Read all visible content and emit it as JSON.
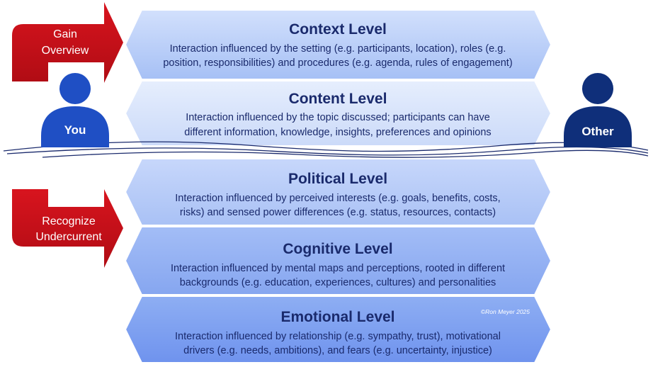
{
  "levels": [
    {
      "title": "Context Level",
      "line1": "Interaction influenced by the setting (e.g. participants, location), roles (e.g.",
      "line2": "position, responsibilities) and procedures (e.g. agenda, rules of engagement)"
    },
    {
      "title": "Content Level",
      "line1": "Interaction influenced by the topic discussed; participants can have",
      "line2": "different information, knowledge, insights, preferences and opinions"
    },
    {
      "title": "Political Level",
      "line1": "Interaction influenced by perceived interests (e.g. goals, benefits, costs,",
      "line2": "risks) and sensed power differences (e.g. status, resources, contacts)"
    },
    {
      "title": "Cognitive Level",
      "line1": "Interaction influenced by mental maps and perceptions, rooted in different",
      "line2": "backgrounds (e.g. education, experiences, cultures) and personalities"
    },
    {
      "title": "Emotional Level",
      "line1": "Interaction influenced by relationship (e.g. sympathy, trust), motivational",
      "line2": "drivers (e.g. needs, ambitions), and fears (e.g. uncertainty, injustice)"
    }
  ],
  "arrows": {
    "gain": {
      "line1": "Gain",
      "line2": "Overview"
    },
    "recognize": {
      "line1": "Recognize",
      "line2": "Undercurrent"
    }
  },
  "persons": {
    "you": "You",
    "other": "Other"
  },
  "copyright": "©Ron Meyer 2025",
  "colors": {
    "band_light": "#c9d9fb",
    "band_mid": "#a9c2f5",
    "band_dark": "#7b9df0",
    "arrow_red": "#c8101a",
    "person_you": "#1f4fc4",
    "person_other": "#0f2f7a",
    "text_navy": "#1a2a6c"
  }
}
